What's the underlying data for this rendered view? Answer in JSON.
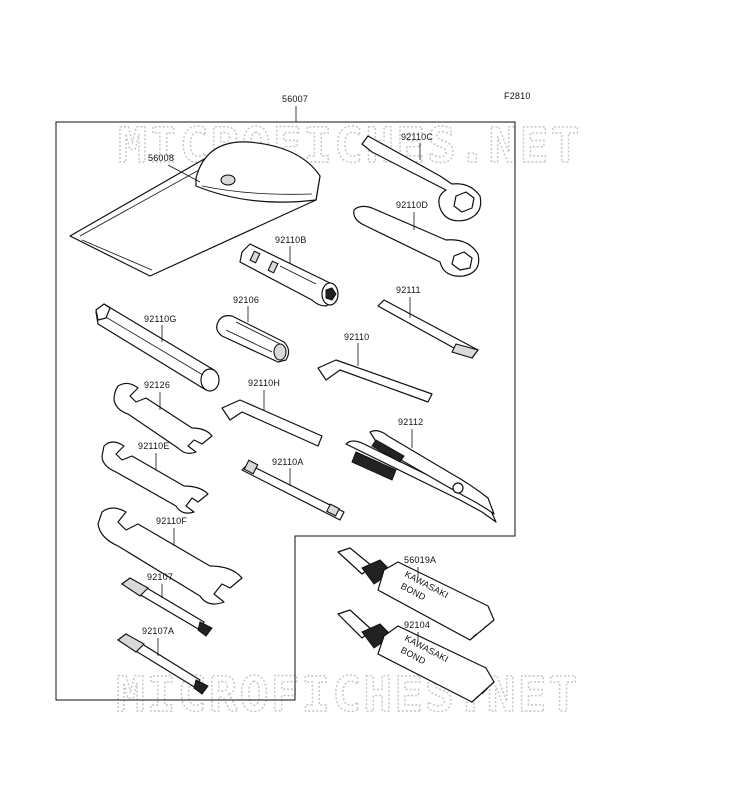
{
  "figure_code": "F2810",
  "assembly": "56007",
  "watermark": "MICROFICHES.NET",
  "parts": {
    "p56008": "56008",
    "p92110C": "92110C",
    "p92110D": "92110D",
    "p92110B": "92110B",
    "p92106": "92106",
    "p92111": "92111",
    "p92110G": "92110G",
    "p92110": "92110",
    "p92126": "92126",
    "p92110H": "92110H",
    "p92112": "92112",
    "p92110E": "92110E",
    "p92110A": "92110A",
    "p92110F": "92110F",
    "p56019A": "56019A",
    "p92107": "92107",
    "p92104": "92104",
    "p92107A": "92107A"
  },
  "tube_text": {
    "brand": "KAWASAKI",
    "product": "BOND"
  },
  "icons": [
    "tool-bag-icon",
    "box-wrench-icon",
    "socket-wrench-icon",
    "hex-key-icon",
    "pliers-icon",
    "open-end-wrench-icon",
    "screwdriver-icon",
    "bond-tube-icon"
  ]
}
